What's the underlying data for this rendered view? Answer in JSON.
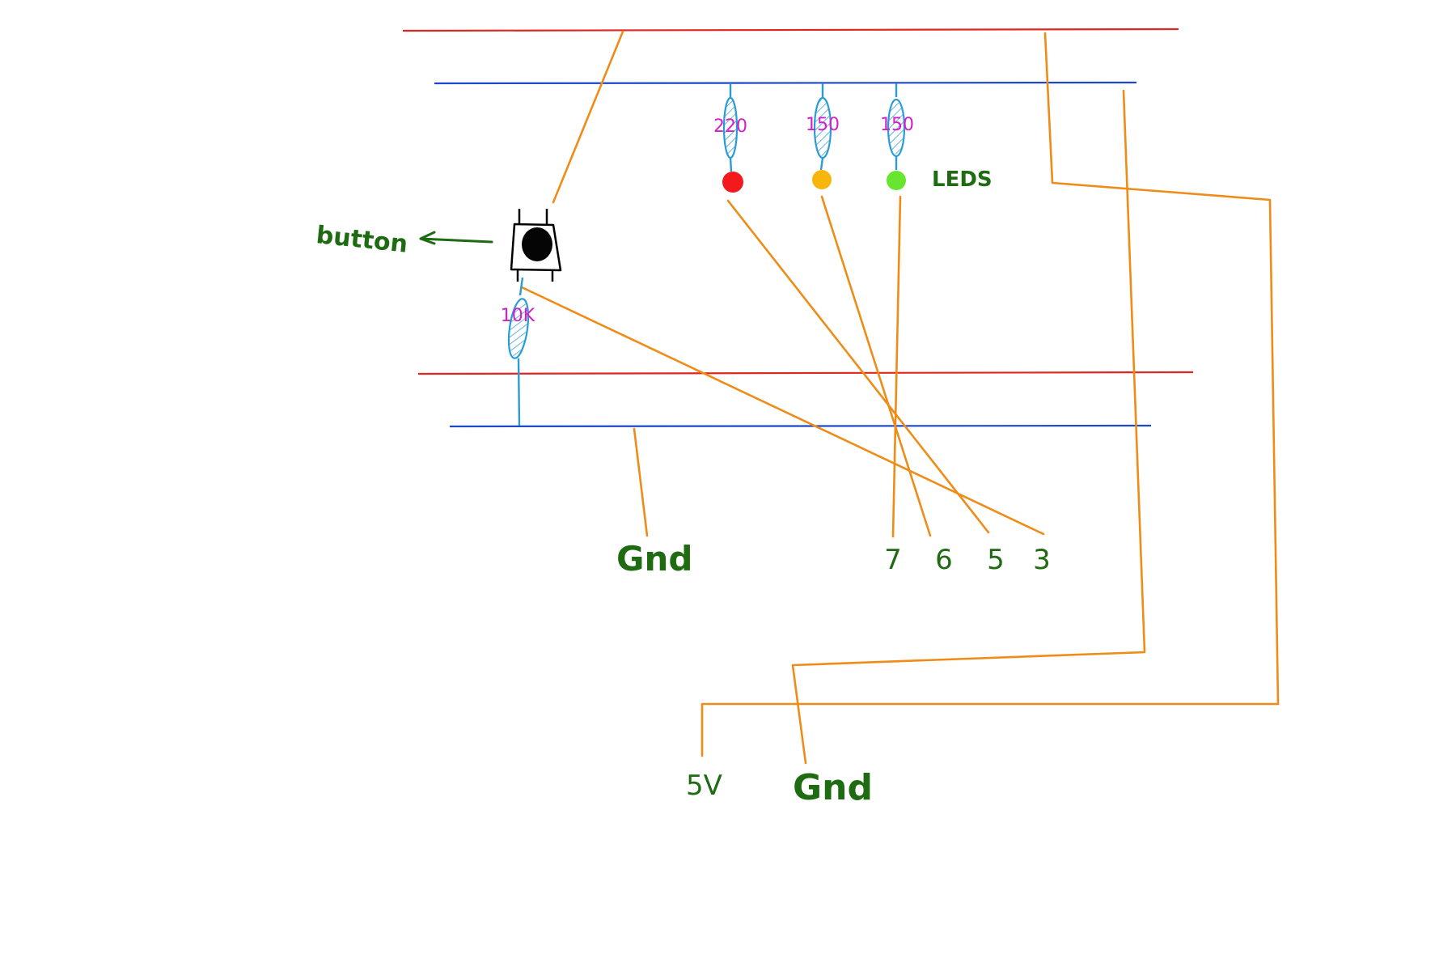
{
  "labels": {
    "button": "button",
    "leds": "LEDS",
    "gnd_top": "Gnd",
    "gnd_bottom": "Gnd",
    "five_v": "5V"
  },
  "resistors": {
    "red": "220",
    "yellow": "150",
    "green": "150",
    "pulldown": "10K"
  },
  "pins": [
    "7",
    "6",
    "5",
    "3"
  ],
  "led_colors": {
    "red": "#f21a1a",
    "yellow": "#f7b60d",
    "green": "#66e62e"
  },
  "colors": {
    "wire": "#ef8c18",
    "rail_positive": "#e0261f",
    "rail_negative": "#1c49c9",
    "text": "#1e6b12",
    "resistor_value": "#d321c7"
  }
}
